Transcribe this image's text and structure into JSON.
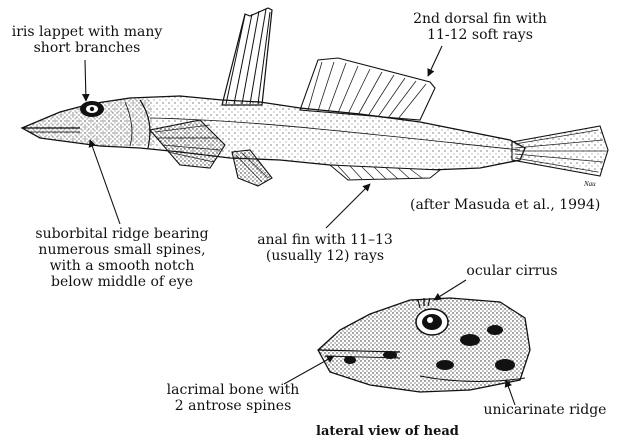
{
  "labels": {
    "iris_lappet": "iris lappet with many\nshort branches",
    "second_dorsal": "2nd dorsal fin with\n11-12 soft rays",
    "suborbital_ridge": "suborbital ridge bearing\nnumerous small spines,\nwith a smooth notch\nbelow middle of eye",
    "anal_fin": "anal fin with 11–13\n(usually 12) rays",
    "ocular_cirrus": "ocular cirrus",
    "lacrimal_bone": "lacrimal bone with\n2 antrose spines",
    "unicarinate_ridge": "unicarinate ridge"
  },
  "credit": "(after Masuda et al., 1994)",
  "head_view_title": "lateral view of head",
  "signature": "Nau"
}
